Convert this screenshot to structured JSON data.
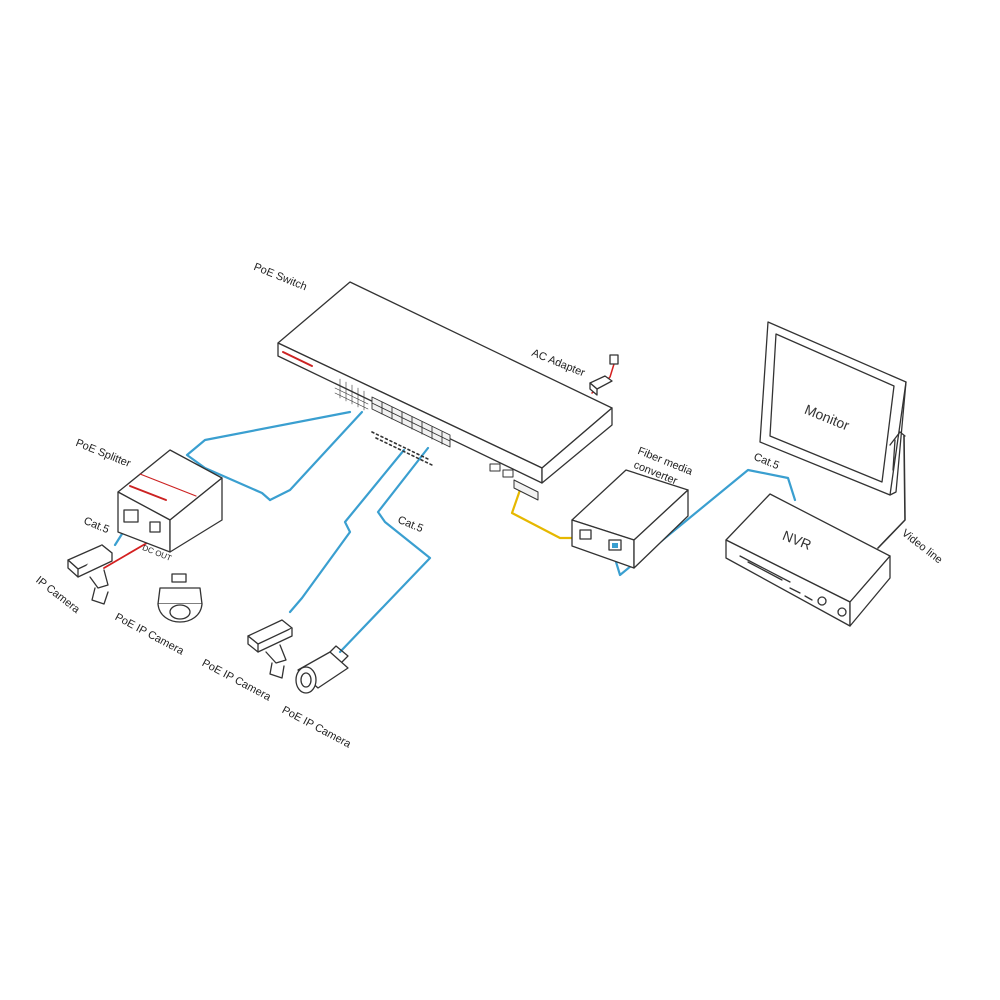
{
  "diagram": {
    "labels": {
      "poe_switch": "PoE  Switch",
      "ac_adapter": "AC Adapter",
      "poe_splitter": "PoE Splitter",
      "cat5_left": "Cat.5",
      "dc_out": "DC OUT",
      "ip_camera": "IP Camera",
      "poe_ip_camera_1": "PoE IP Camera",
      "poe_ip_camera_2": "PoE IP Camera",
      "poe_ip_camera_3": "PoE IP Camera",
      "cat5_center": "Cat.5",
      "fiber_media_converter_1": "Fiber media",
      "fiber_media_converter_2": "converter",
      "cat5_right": "Cat.5",
      "monitor": "Monitor",
      "nvr": "NVR",
      "video_line": "Video line"
    },
    "colors": {
      "line_drawing": "#333333",
      "cat5_cable": "#3a9fd0",
      "fiber_cable": "#e6b800",
      "power_cable": "#d42020",
      "brand_accent": "#cc2222"
    }
  }
}
